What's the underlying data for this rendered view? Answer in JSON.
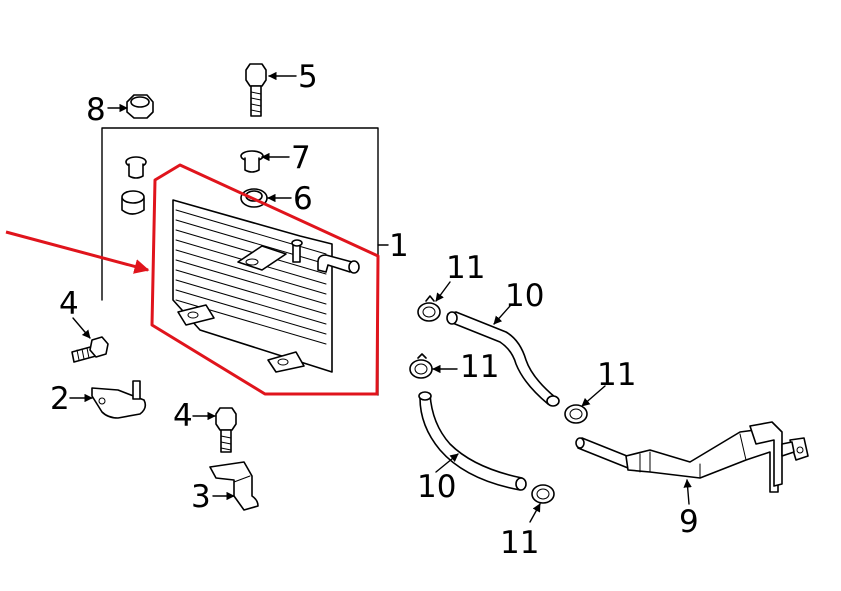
{
  "colors": {
    "highlight": "#e0141c",
    "line": "#000000",
    "background": "#ffffff"
  },
  "callouts": {
    "c1": "1",
    "c2": "2",
    "c3": "3",
    "c4a": "4",
    "c4b": "4",
    "c5": "5",
    "c6": "6",
    "c7": "7",
    "c8": "8",
    "c9": "9",
    "c10a": "10",
    "c10b": "10",
    "c11a": "11",
    "c11b": "11",
    "c11c": "11",
    "c11d": "11"
  }
}
